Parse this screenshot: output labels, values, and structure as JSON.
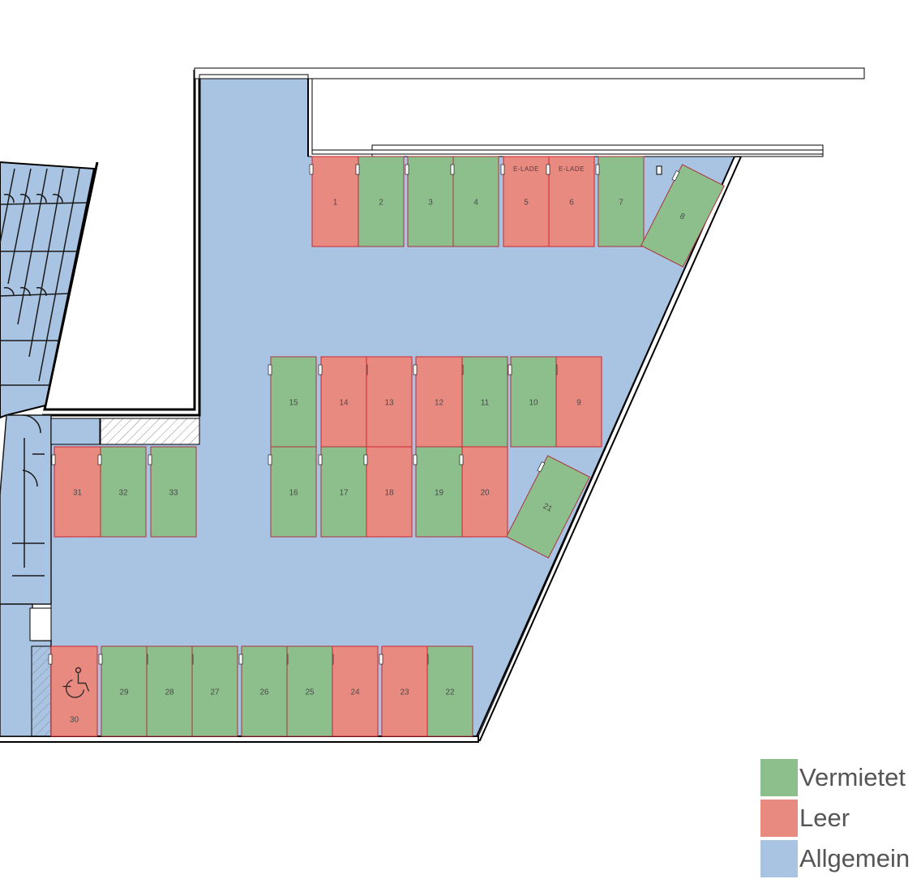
{
  "colors": {
    "rented": "#8dbf8c",
    "vacant": "#e88a80",
    "common": "#a9c4e3",
    "outline_rented": "#b0313a",
    "outline_vacant": "#d0252f",
    "wall": "#000000"
  },
  "legend": [
    {
      "label": "Vermietet",
      "color": "#8dbf8c"
    },
    {
      "label": "Leer",
      "color": "#e88a80"
    },
    {
      "label": "Allgemein",
      "color": "#a9c4e3"
    }
  ],
  "spots": [
    {
      "number": "1",
      "status": "vacant"
    },
    {
      "number": "2",
      "status": "rented"
    },
    {
      "number": "3",
      "status": "rented"
    },
    {
      "number": "4",
      "status": "rented"
    },
    {
      "number": "5",
      "status": "vacant",
      "tag": "E-LADE"
    },
    {
      "number": "6",
      "status": "vacant",
      "tag": "E-LADE"
    },
    {
      "number": "7",
      "status": "rented"
    },
    {
      "number": "8",
      "status": "rented"
    },
    {
      "number": "9",
      "status": "vacant"
    },
    {
      "number": "10",
      "status": "rented"
    },
    {
      "number": "11",
      "status": "rented"
    },
    {
      "number": "12",
      "status": "vacant"
    },
    {
      "number": "13",
      "status": "vacant"
    },
    {
      "number": "14",
      "status": "vacant"
    },
    {
      "number": "15",
      "status": "rented"
    },
    {
      "number": "16",
      "status": "rented"
    },
    {
      "number": "17",
      "status": "rented"
    },
    {
      "number": "18",
      "status": "vacant"
    },
    {
      "number": "19",
      "status": "rented"
    },
    {
      "number": "20",
      "status": "vacant"
    },
    {
      "number": "21",
      "status": "rented"
    },
    {
      "number": "22",
      "status": "rented"
    },
    {
      "number": "23",
      "status": "vacant"
    },
    {
      "number": "24",
      "status": "vacant"
    },
    {
      "number": "25",
      "status": "rented"
    },
    {
      "number": "26",
      "status": "rented"
    },
    {
      "number": "27",
      "status": "rented"
    },
    {
      "number": "28",
      "status": "rented"
    },
    {
      "number": "29",
      "status": "rented"
    },
    {
      "number": "30",
      "status": "vacant",
      "icon": "wheelchair-icon"
    },
    {
      "number": "31",
      "status": "vacant"
    },
    {
      "number": "32",
      "status": "rented"
    },
    {
      "number": "33",
      "status": "rented"
    }
  ]
}
